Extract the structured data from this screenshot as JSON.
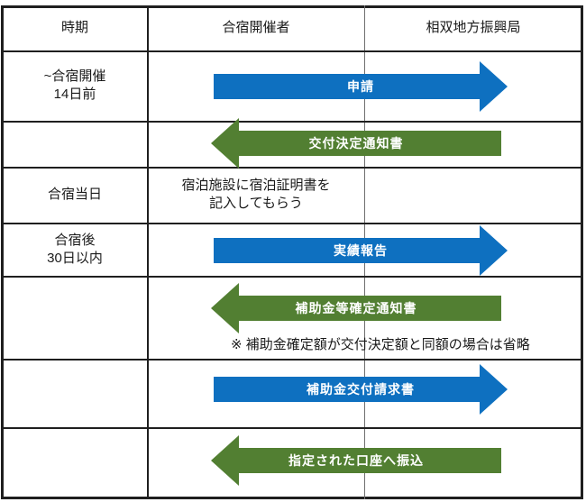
{
  "palette": {
    "arrow_blue": "#0e70c0",
    "arrow_green": "#527f32",
    "grid_black": "#1f1f1f",
    "grid_gray": "#6f6f6f"
  },
  "header": {
    "time": "時期",
    "organizer": "合宿開催者",
    "bureau": "相双地方振興局"
  },
  "steps": [
    {
      "time1": "~合宿開催",
      "time2": "14日前",
      "arrow": "申請",
      "direction": "right"
    },
    {
      "arrow": "交付決定通知書",
      "direction": "left"
    },
    {
      "time1": "合宿当日",
      "action1": "宿泊施設に宿泊証明書を",
      "action2": "記入してもらう"
    },
    {
      "time1": "合宿後",
      "time2": "30日以内",
      "arrow": "実績報告",
      "direction": "right"
    },
    {
      "arrow": "補助金等確定通知書",
      "direction": "left",
      "note": "※ 補助金確定額が交付決定額と同額の場合は省略"
    },
    {
      "arrow": "補助金交付請求書",
      "direction": "right"
    },
    {
      "arrow": "指定された口座へ振込",
      "direction": "left"
    }
  ]
}
